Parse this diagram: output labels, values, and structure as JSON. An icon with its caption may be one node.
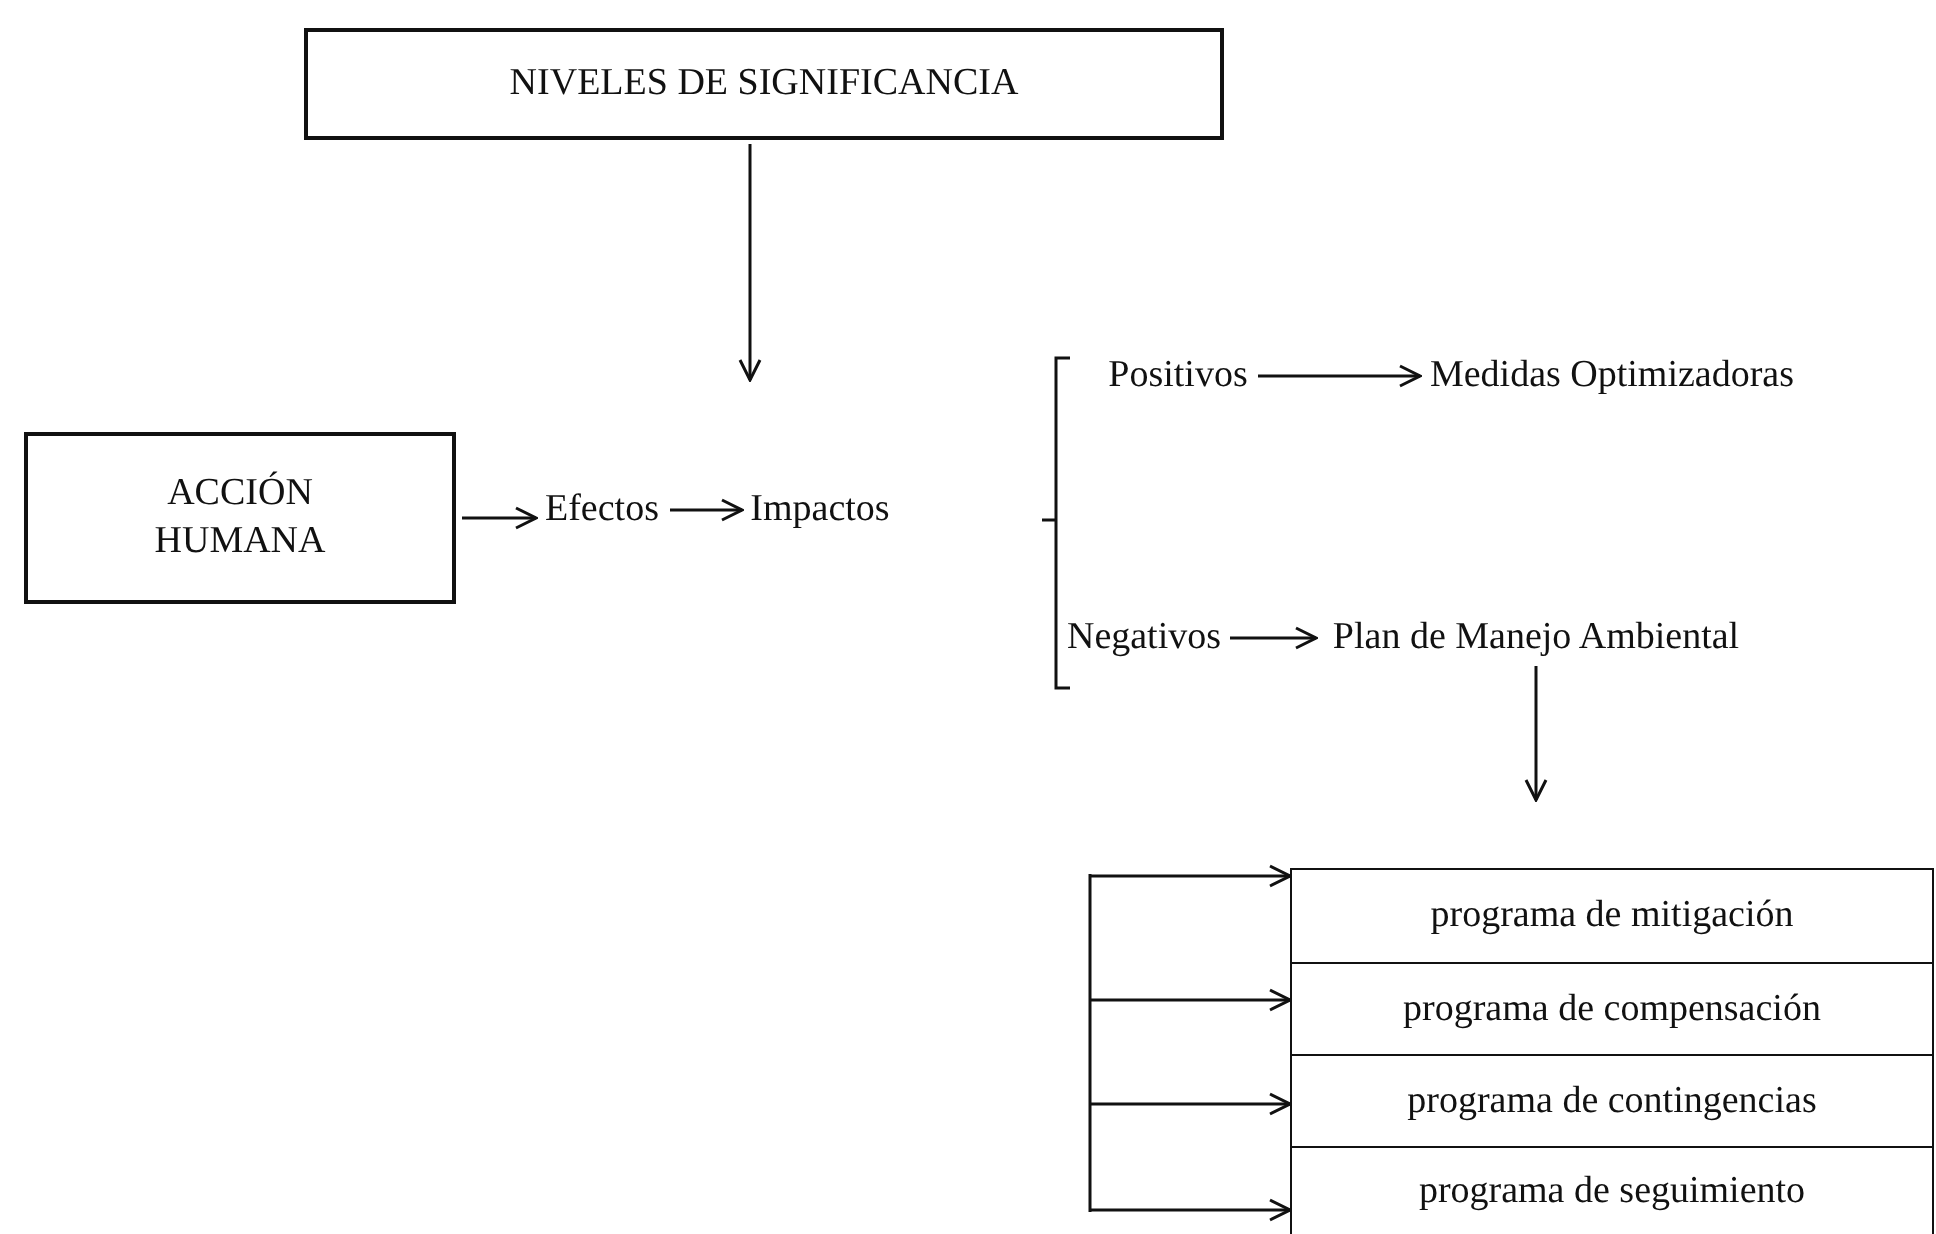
{
  "diagram": {
    "nodes": [
      {
        "text": [
          "NIVELES DE SIGNIFICANCIA"
        ]
      },
      {
        "text": [
          "ACCIÓN HUMANA"
        ]
      },
      {
        "text": [
          "Efectos"
        ]
      },
      {
        "text": [
          "Impactos"
        ]
      },
      {
        "text": [
          "Positivos"
        ]
      },
      {
        "text": [
          "Medidas Optimizadoras"
        ]
      },
      {
        "text": [
          "Negativos"
        ]
      },
      {
        "text": [
          "Plan de Manejo Ambiental"
        ]
      },
      {
        "text": [
          "programa de mitigación"
        ]
      },
      {
        "text": [
          "programa de compensación"
        ]
      },
      {
        "text": [
          "programa de contingencias"
        ]
      },
      {
        "text": [
          "programa de seguimiento"
        ]
      }
    ],
    "edges": [
      {
        "from": 0,
        "to": null,
        "arrow": "to"
      },
      {
        "from": 1,
        "to": 2,
        "arrow": "to"
      },
      {
        "from": 2,
        "to": 3,
        "arrow": "to"
      },
      {
        "from": 4,
        "to": 5,
        "arrow": "to"
      },
      {
        "from": 6,
        "to": 7,
        "arrow": "to"
      },
      {
        "from": 7,
        "to": null,
        "arrow": "to"
      },
      {
        "from": null,
        "to": 8,
        "arrow": "to"
      },
      {
        "from": null,
        "to": 9,
        "arrow": "to"
      },
      {
        "from": null,
        "to": 10,
        "arrow": "to"
      },
      {
        "from": null,
        "to": 11,
        "arrow": "to"
      }
    ]
  }
}
